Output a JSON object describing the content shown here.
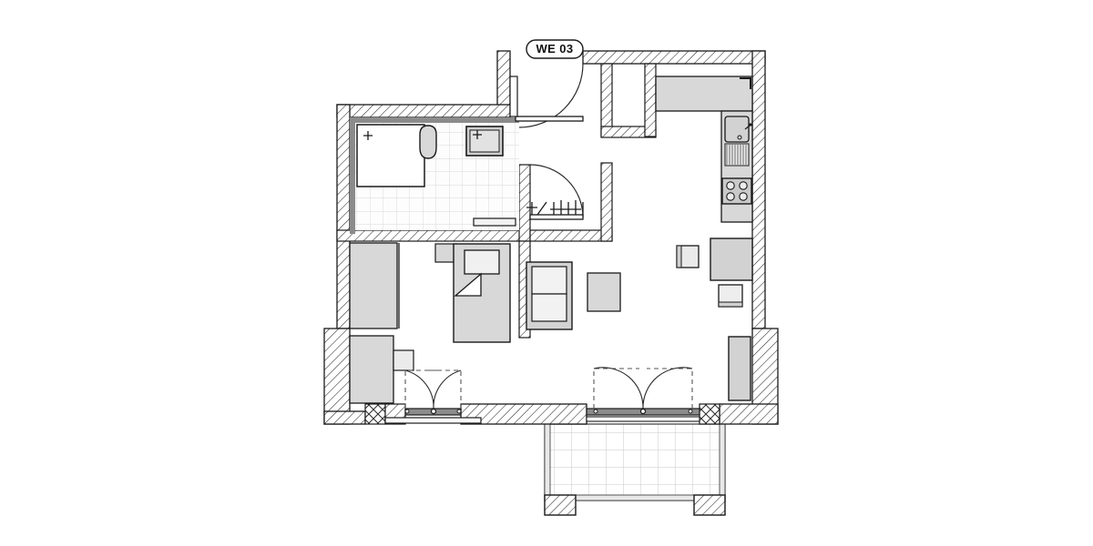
{
  "drawing": {
    "type": "architectural-floor-plan",
    "unit_label": "WE 03",
    "background_color": "#ffffff",
    "line_color": "#1a1a1a",
    "wall_hatch_color": "#3a3a3a",
    "furniture_fill": "#d8d8d8",
    "furniture_fill_light": "#efefef",
    "tile_line_color": "#cfcfcf",
    "door_swing_color": "#444444"
  },
  "rooms": [
    {
      "id": "bathroom",
      "name": "Bathroom",
      "floor": "tiled"
    },
    {
      "id": "hallway",
      "name": "Hallway / Entry",
      "floor": "plain"
    },
    {
      "id": "living-sleeping",
      "name": "Living / Sleeping Room",
      "floor": "plain"
    },
    {
      "id": "kitchen",
      "name": "Kitchen",
      "floor": "plain"
    },
    {
      "id": "terrace",
      "name": "Terrace / Balcony",
      "floor": "tiled"
    }
  ],
  "fixtures": {
    "bathtub": {
      "name": "bathtub",
      "marker": "+"
    },
    "toilet": {
      "name": "toilet"
    },
    "washbasin": {
      "name": "washbasin",
      "marker": "+"
    },
    "bath_shelf": {
      "name": "bath-shelf"
    },
    "kitchen_sink": {
      "name": "kitchen-sink"
    },
    "kitchen_drainboard": {
      "name": "drainboard"
    },
    "kitchen_stove": {
      "name": "stove-4-burner"
    },
    "kitchen_counter": {
      "name": "kitchen-counter"
    },
    "kitchen_corner_unit": {
      "name": "corner-unit"
    }
  },
  "furniture": {
    "bed": {
      "name": "bed-single"
    },
    "nightstand": {
      "name": "nightstand"
    },
    "sofa": {
      "name": "sofa-two-seat"
    },
    "coffee_table": {
      "name": "coffee-table"
    },
    "dining_table": {
      "name": "dining-table"
    },
    "chair_left": {
      "name": "dining-chair-left"
    },
    "chair_bottom": {
      "name": "dining-chair-bottom"
    },
    "wardrobe": {
      "name": "wardrobe-hanging-rail"
    },
    "shelf_upper_left": {
      "name": "shelf-upper-left"
    },
    "cabinet_lower_left": {
      "name": "cabinet-lower-left"
    },
    "radiator_right": {
      "name": "radiator-right"
    },
    "side_table": {
      "name": "side-table"
    }
  },
  "openings": {
    "entry_door": {
      "name": "entry-door",
      "swing": "single"
    },
    "bathroom_door": {
      "name": "bathroom-door",
      "swing": "single"
    },
    "balcony_door_left": {
      "name": "balcony-door-left",
      "swing": "double"
    },
    "balcony_door_right": {
      "name": "balcony-door-right",
      "swing": "double"
    },
    "niche_slot": {
      "name": "wall-niche"
    }
  },
  "counts": {
    "doors": 4,
    "windows": 0,
    "rooms": 5
  }
}
